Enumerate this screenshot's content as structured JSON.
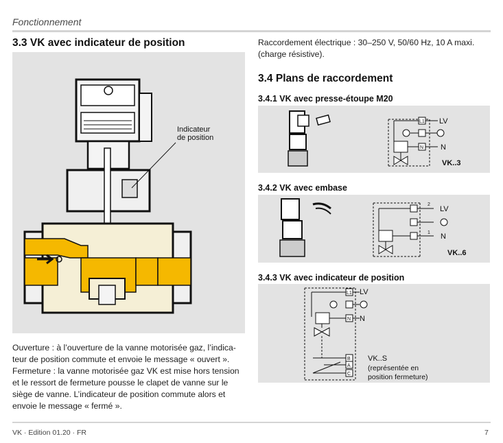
{
  "header": {
    "title": "Fonctionnement"
  },
  "left": {
    "heading": "3.3 VK avec indicateur de position",
    "callout": [
      "Indicateur",
      "de position"
    ],
    "opening_text": "Ouverture : à l’ouverture de la vanne motorisée gaz, l’indica­teur de position commute et envoie le message « ouvert ».",
    "closing_text": "Fermeture : la vanne motorisée gaz VK est mise hors ten­sion et le ressort de fermeture pousse le clapet de vanne sur le siège de vanne. L’indicateur de position commute alors et envoie le message « fermé »."
  },
  "right": {
    "electrical_text": "Raccordement électrique : 30–250 V, 50/60 Hz, 10 A maxi. (charge résistive).",
    "heading": "3.4 Plans de raccordement",
    "sub1": {
      "heading": "3.4.1 VK avec presse-étoupe M20",
      "terminals": [
        "L1",
        "N"
      ],
      "labels": {
        "live": "LV",
        "neutral": "N",
        "model": "VK..3"
      }
    },
    "sub2": {
      "heading": "3.4.2 VK avec embase",
      "terminals": [
        "2",
        "1"
      ],
      "labels": {
        "live": "LV",
        "neutral": "N",
        "model": "VK..6"
      }
    },
    "sub3": {
      "heading": "3.4.3 VK avec indicateur de position",
      "terminals": [
        "L1",
        "N",
        "B",
        "A",
        "C"
      ],
      "labels": {
        "live": "LV",
        "neutral": "N",
        "model": "VK..S",
        "note": [
          "(représentée en",
          "position fermeture)"
        ]
      }
    }
  },
  "footer": {
    "left": "VK · Edition 01.20 · FR",
    "right": "7"
  },
  "colors": {
    "panel_bg": "#e3e3e3",
    "valve_yellow": "#f5b800",
    "valve_cream": "#f5efd6",
    "rule": "#d4d4d4"
  },
  "icons": [
    "earth-icon",
    "coil-icon",
    "valve-icon",
    "switch-icon",
    "cable-gland-icon",
    "plug-icon"
  ]
}
